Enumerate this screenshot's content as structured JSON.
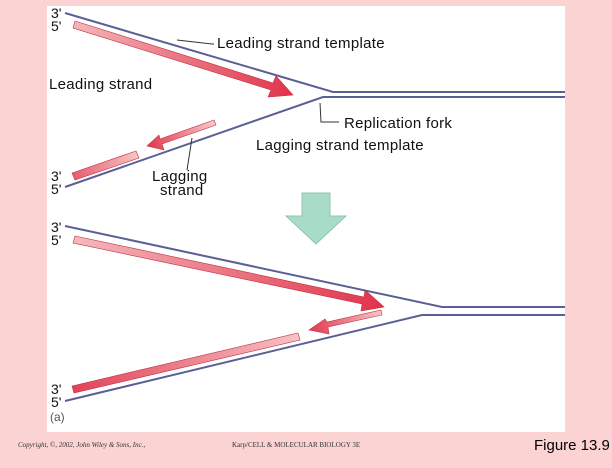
{
  "panel_top": {
    "ends_left_top": [
      "3'",
      "5'"
    ],
    "ends_left_bottom": [
      "3'",
      "5'"
    ],
    "leading_strand_template": "Leading strand template",
    "leading_strand": "Leading strand",
    "replication_fork": "Replication fork",
    "lagging_strand_template": "Lagging strand template",
    "lagging_strand": [
      "Lagging",
      "strand"
    ]
  },
  "panel_bottom": {
    "ends_left_top": [
      "3'",
      "5'"
    ],
    "ends_left_bottom": [
      "3'",
      "5'"
    ],
    "panel_label": "(a)"
  },
  "footer": {
    "copyright": "Copyright, ©, 2002, John Wiley & Sons, Inc.,",
    "book": "Karp/CELL & MOLECULAR BIOLOGY 3E",
    "figure": "Figure 13.9"
  },
  "colors": {
    "background": "#fbd3d3",
    "template_strand": "#5a5f95",
    "new_strand_light": "#f6c4c6",
    "new_strand_dark": "#e0334b",
    "transition_arrow": "#a8dcc6"
  },
  "icons": [
    "down-arrow-icon"
  ]
}
